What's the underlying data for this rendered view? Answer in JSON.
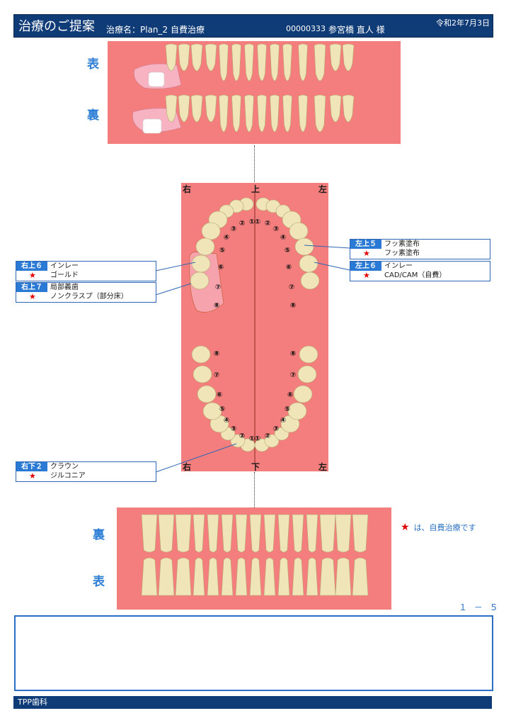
{
  "header": {
    "title": "治療のご提案",
    "plan": "治療名：Plan_2 自費治療",
    "patient_id": "00000333",
    "patient_name": "参宮橋 直人 様",
    "date": "令和2年7月3日"
  },
  "upper_view": {
    "front_label": "表",
    "back_label": "裏"
  },
  "lower_view": {
    "back_label": "裏",
    "front_label": "表"
  },
  "arch": {
    "right_top": "右",
    "top": "上",
    "left_top": "左",
    "right_bottom": "右",
    "bottom": "下",
    "left_bottom": "左"
  },
  "tooth_numbers": {
    "upper_right": [
      "①",
      "②",
      "③",
      "④",
      "⑤",
      "⑥",
      "⑦",
      "⑧"
    ],
    "upper_left": [
      "①",
      "②",
      "③",
      "④",
      "⑤",
      "⑥",
      "⑦",
      "⑧"
    ],
    "lower_right": [
      "①",
      "②",
      "③",
      "④",
      "⑤",
      "⑥",
      "⑦",
      "⑧"
    ],
    "lower_left": [
      "①",
      "②",
      "③",
      "④",
      "⑤",
      "⑥",
      "⑦",
      "⑧"
    ]
  },
  "annotations": [
    {
      "code": "右上６",
      "treatment": "インレー",
      "star": "★",
      "material": "ゴールド"
    },
    {
      "code": "右上７",
      "treatment": "局部義歯",
      "star": "★",
      "material": "ノンクラスプ（部分床）"
    },
    {
      "code": "左上５",
      "treatment": "フッ素塗布",
      "star": "★",
      "material": "フッ素塗布"
    },
    {
      "code": "左上６",
      "treatment": "インレー",
      "star": "★",
      "material": "CAD/CAM（自費）"
    },
    {
      "code": "右下２",
      "treatment": "クラウン",
      "star": "★",
      "material": "ジルコニア"
    }
  ],
  "legend": {
    "star": "★",
    "text": "は、自費治療です"
  },
  "page_number": "１ － ５",
  "footer": {
    "clinic": "TPP歯科"
  },
  "colors": {
    "header_bg": "#0f3b77",
    "panel_pink": "#f37e7d",
    "accent_blue": "#2a7ad5",
    "star_red": "#e00000"
  }
}
